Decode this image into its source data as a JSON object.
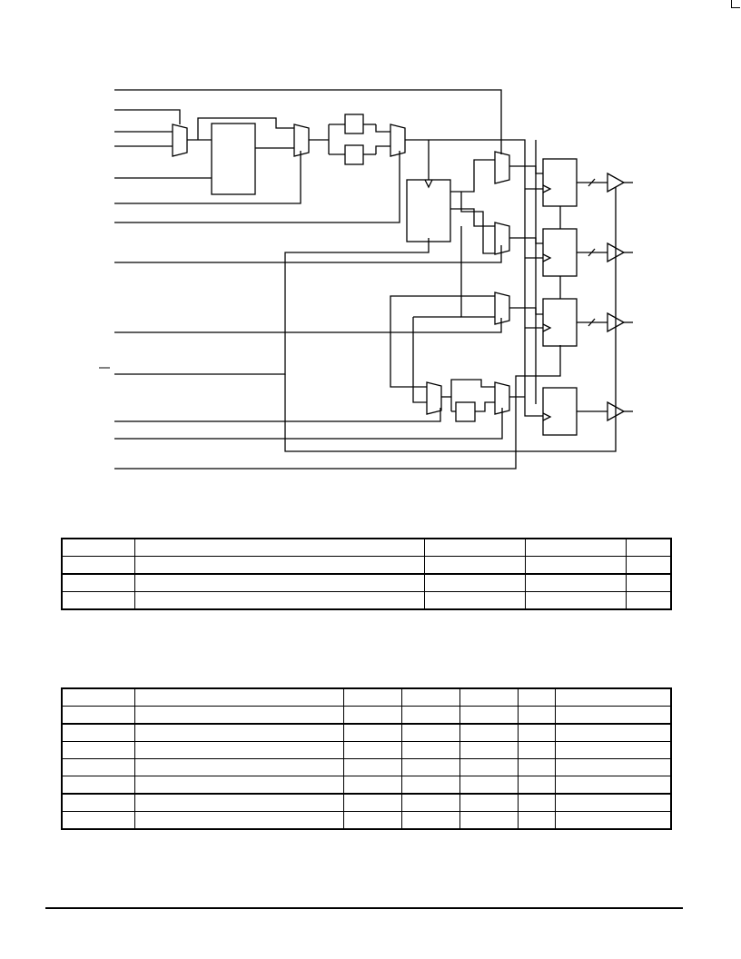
{
  "page": {
    "corner_mark": "page-corner-mark"
  },
  "diagram": {
    "description_labels": [],
    "overbar_label": ""
  },
  "table_1": {
    "columns": 5,
    "rows": [
      [
        "",
        "",
        "",
        "",
        ""
      ],
      [
        "",
        "",
        "",
        "",
        ""
      ],
      [
        "",
        "",
        "",
        "",
        ""
      ],
      [
        "",
        "",
        "",
        "",
        ""
      ]
    ]
  },
  "table_2": {
    "columns": 7,
    "rows": [
      [
        "",
        "",
        "",
        "",
        "",
        "",
        ""
      ],
      [
        "",
        "",
        "",
        "",
        "",
        "",
        ""
      ],
      [
        "",
        "",
        "",
        "",
        "",
        "",
        ""
      ],
      [
        "",
        "",
        "",
        "",
        "",
        "",
        ""
      ],
      [
        "",
        "",
        "",
        "",
        "",
        "",
        ""
      ],
      [
        "",
        "",
        "",
        "",
        "",
        "",
        ""
      ],
      [
        "",
        "",
        "",
        "",
        "",
        "",
        ""
      ],
      [
        "",
        "",
        "",
        "",
        "",
        "",
        ""
      ]
    ]
  }
}
